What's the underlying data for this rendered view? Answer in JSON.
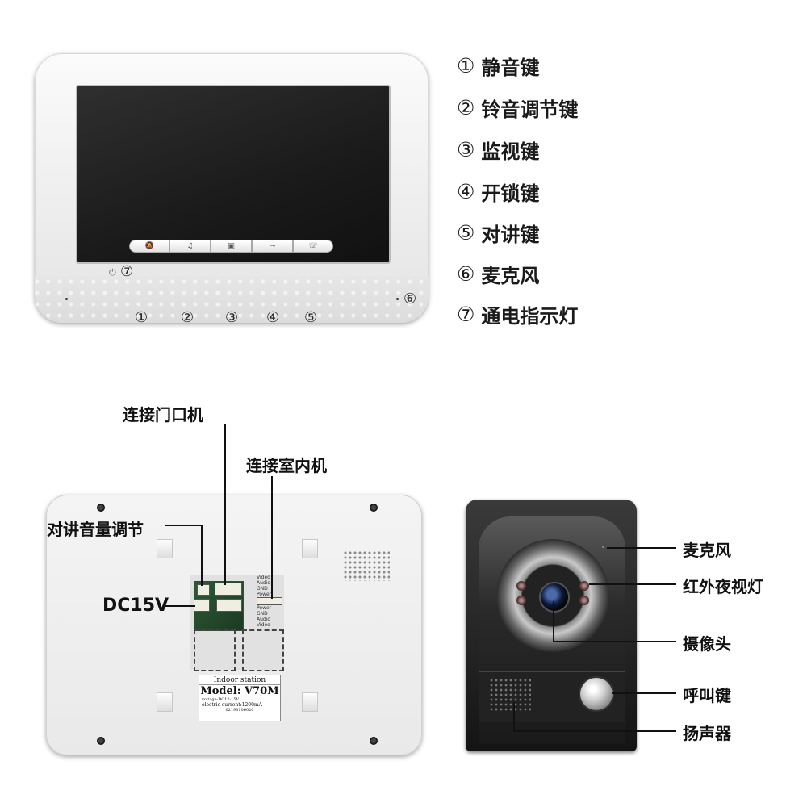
{
  "front": {
    "power_indicator_num": "⑦",
    "mic_num": "⑥",
    "button_nums": [
      "①",
      "②",
      "③",
      "④",
      "⑤"
    ],
    "button_icons": [
      "🔕",
      "♫",
      "▣",
      "⊸",
      "☏"
    ]
  },
  "legend": [
    {
      "num": "①",
      "label": "静音键"
    },
    {
      "num": "②",
      "label": "铃音调节键"
    },
    {
      "num": "③",
      "label": "监视键"
    },
    {
      "num": "④",
      "label": "开锁键"
    },
    {
      "num": "⑤",
      "label": "对讲键"
    },
    {
      "num": "⑥",
      "label": "麦克风"
    },
    {
      "num": "⑦",
      "label": "通电指示灯"
    }
  ],
  "back": {
    "callout_door": "连接门口机",
    "callout_indoor": "连接室内机",
    "callout_volume": "对讲音量调节",
    "callout_dc": "DC15V",
    "sticker": {
      "line1": "Indoor station",
      "line2": "Model: V70M",
      "line3": "voltage:DC12-15V",
      "line4": "electric current:1200mA",
      "line5": "02193106020"
    },
    "pin_labels_top": [
      "Video",
      "Audio",
      "GND",
      "Power"
    ],
    "pin_labels_bottom": [
      "Power",
      "GND",
      "Audio",
      "Video"
    ]
  },
  "door": {
    "callout_mic": "麦克风",
    "callout_ir": "红外夜视灯",
    "callout_camera": "摄像头",
    "callout_call": "呼叫键",
    "callout_speaker": "扬声器"
  }
}
